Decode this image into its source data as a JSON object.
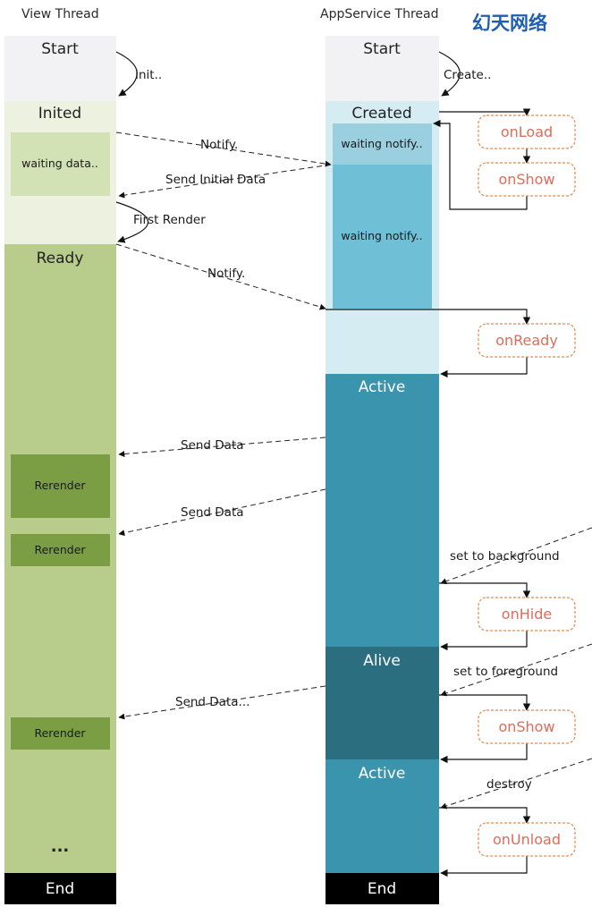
{
  "headers": {
    "view_thread": "View Thread",
    "appservice_thread": "AppService Thread",
    "watermark": "幻天网络"
  },
  "view": {
    "start": "Start",
    "inited": "Inited",
    "waiting_data": "waiting data..",
    "ready": "Ready",
    "rerender": "Rerender",
    "ellipsis": "...",
    "end": "End"
  },
  "appservice": {
    "start": "Start",
    "created": "Created",
    "waiting_notify_1": "waiting notify..",
    "waiting_notify_2": "waiting notify..",
    "active_1": "Active",
    "alive": "Alive",
    "active_2": "Active",
    "end": "End"
  },
  "lifecycle": {
    "onload": "onLoad",
    "onshow_1": "onShow",
    "onready": "onReady",
    "onhide": "onHide",
    "onshow_2": "onShow",
    "onunload": "onUnload"
  },
  "messages": {
    "init": "Init..",
    "create": "Create..",
    "notify_1": "Notify.",
    "send_initial_data": "Send Initial Data",
    "first_render": "First Render",
    "notify_2": "Notify.",
    "send_data_1": "Send Data",
    "send_data_2": "Send Data",
    "send_data_3": "Send Data...",
    "set_to_background": "set to background",
    "set_to_foreground": "set to foreground",
    "destroy": "destroy"
  },
  "colors": {
    "start_bg": "#f2f2f4",
    "inited_bg": "#ecf1e0",
    "waiting_data_bg": "#d3e2b5",
    "ready_bg": "#b8cc8b",
    "rerender_bg": "#7b9e44",
    "end_bg": "#000000",
    "created_bg": "#d6ecf3",
    "waiting_notify_1_bg": "#99cfdf",
    "waiting_notify_2_bg": "#6fbfd6",
    "active_bg": "#3a94ad",
    "alive_bg": "#2a6e80",
    "lifecycle_text": "#e06b5b",
    "lifecycle_border": "#e8884b",
    "watermark": "#1f5fb0"
  }
}
